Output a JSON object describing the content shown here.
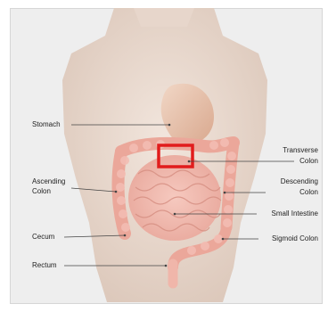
{
  "labels": {
    "stomach": "Stomach",
    "ascending_colon": [
      "Ascending",
      "Colon"
    ],
    "cecum": "Cecum",
    "rectum": "Rectum",
    "transverse_colon": [
      "Transverse",
      "Colon"
    ],
    "descending_colon": [
      "Descending",
      "Colon"
    ],
    "small_intestine": "Small Intestine",
    "sigmoid_colon": "Sigmoid Colon"
  },
  "colors": {
    "background": "#eeeeee",
    "skin": "#e4d0c3",
    "intestine": "#f1b6ad",
    "highlight_box": "#e11c1c",
    "leader_line": "#444444"
  }
}
